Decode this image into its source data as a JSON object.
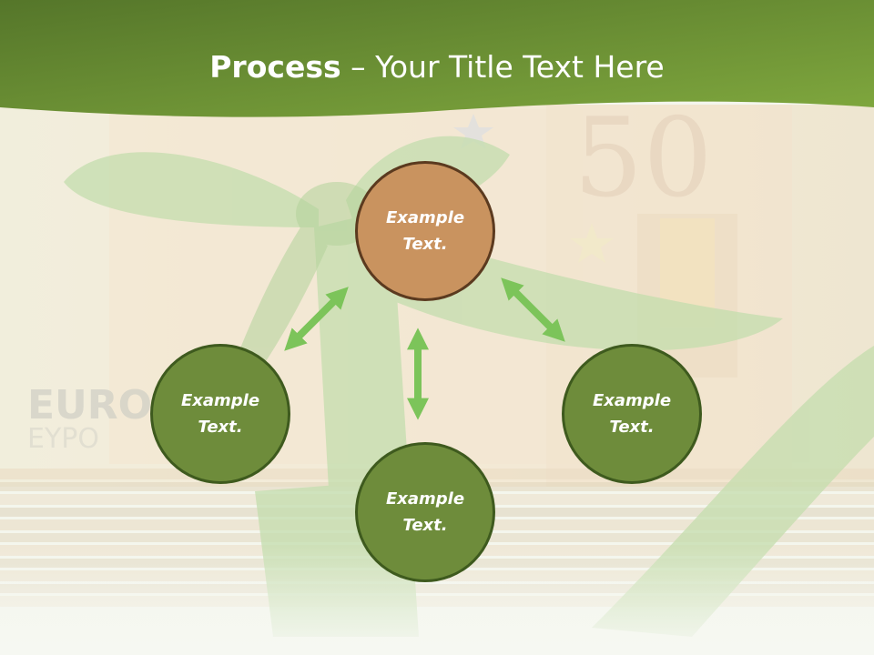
{
  "slide": {
    "title_strong": "Process",
    "title_rest": " – Your Title Text Here",
    "nodes": [
      {
        "id": "top",
        "label": "Example\nText."
      },
      {
        "id": "left",
        "label": "Example\nText."
      },
      {
        "id": "right",
        "label": "Example\nText."
      },
      {
        "id": "bottom",
        "label": "Example\nText."
      }
    ]
  },
  "colors": {
    "header_green": "#6d9434",
    "node_green": "#6e8c3b",
    "node_green_border": "#3e5a1e",
    "node_orange": "#c9935f",
    "node_orange_border": "#5b3a1f",
    "arrow_green": "#7cc45a"
  }
}
